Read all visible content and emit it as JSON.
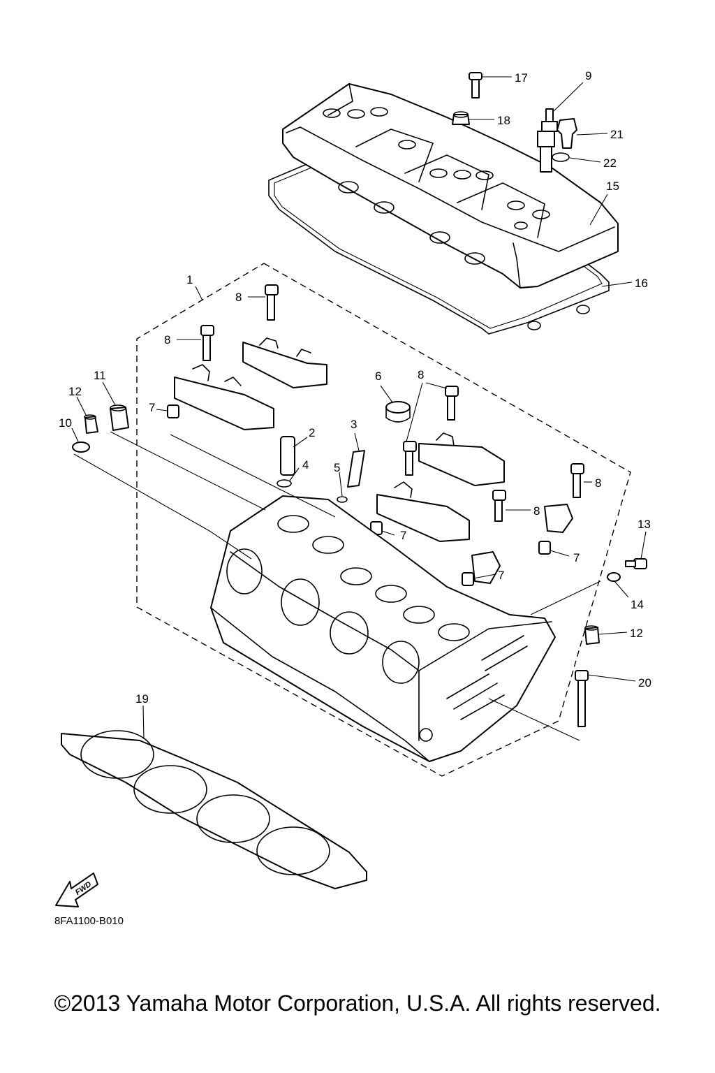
{
  "diagram": {
    "drawing_code": "8FA1100-B010",
    "copyright": "©2013 Yamaha Motor Corporation, U.S.A. All rights reserved.",
    "fwd_label": "FWD",
    "callouts": [
      {
        "id": "c17",
        "label": "17"
      },
      {
        "id": "c9",
        "label": "9"
      },
      {
        "id": "c18",
        "label": "18"
      },
      {
        "id": "c21",
        "label": "21"
      },
      {
        "id": "c22",
        "label": "22"
      },
      {
        "id": "c15",
        "label": "15"
      },
      {
        "id": "c16",
        "label": "16"
      },
      {
        "id": "c1",
        "label": "1"
      },
      {
        "id": "c8a",
        "label": "8"
      },
      {
        "id": "c8b",
        "label": "8"
      },
      {
        "id": "c8c",
        "label": "8"
      },
      {
        "id": "c8d",
        "label": "8"
      },
      {
        "id": "c8e",
        "label": "8"
      },
      {
        "id": "c11",
        "label": "11"
      },
      {
        "id": "c12a",
        "label": "12"
      },
      {
        "id": "c10",
        "label": "10"
      },
      {
        "id": "c7a",
        "label": "7"
      },
      {
        "id": "c6",
        "label": "6"
      },
      {
        "id": "c2",
        "label": "2"
      },
      {
        "id": "c3",
        "label": "3"
      },
      {
        "id": "c4",
        "label": "4"
      },
      {
        "id": "c5",
        "label": "5"
      },
      {
        "id": "c7b",
        "label": "7"
      },
      {
        "id": "c7c",
        "label": "7"
      },
      {
        "id": "c7d",
        "label": "7"
      },
      {
        "id": "c13",
        "label": "13"
      },
      {
        "id": "c14",
        "label": "14"
      },
      {
        "id": "c12b",
        "label": "12"
      },
      {
        "id": "c20",
        "label": "20"
      },
      {
        "id": "c19",
        "label": "19"
      }
    ]
  }
}
